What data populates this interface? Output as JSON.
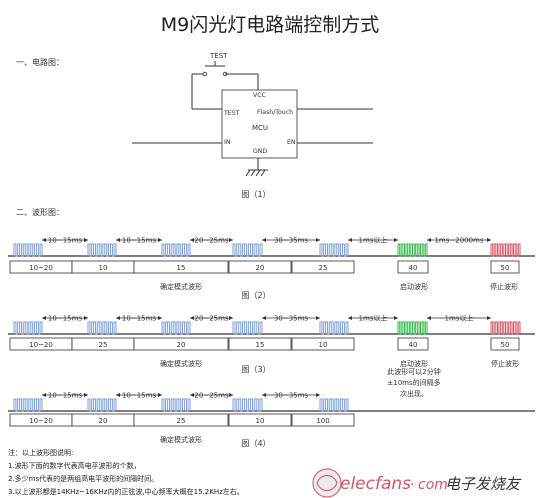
{
  "title": "M9闪光灯电路端控制方式",
  "section1": "一、电路图：",
  "section2": "二、波形图：",
  "circuit": {
    "test": "TEST",
    "vcc": "VCC",
    "flash": "Flash/Touch",
    "pin_test": "TEST",
    "mcu": "MCU",
    "in": "IN",
    "en": "EN",
    "gnd": "GND",
    "caption": "图（1）"
  },
  "diagram2": {
    "labels": [
      "10~15ms",
      "10~15ms",
      "20~25ms",
      "30~35ms",
      "1ms以上",
      "1ms~2000ms"
    ],
    "counts": [
      "10~20",
      "10",
      "15",
      "20",
      "25",
      "40",
      "50"
    ],
    "group_label": "确定模式波形",
    "start_label": "启动波形",
    "stop_label": "停止波形",
    "caption": "图（2）"
  },
  "diagram3": {
    "labels": [
      "10~15ms",
      "10~15ms",
      "20~25ms",
      "30~35ms",
      "1ms以上",
      "1ms以上"
    ],
    "counts": [
      "10~20",
      "25",
      "20",
      "15",
      "10",
      "40",
      "50"
    ],
    "group_label": "确定模式波形",
    "start_label": "启动波形",
    "start_note_1": "此波形可以2分钟",
    "start_note_2": "±10ms的间隔多",
    "start_note_3": "次出现。",
    "stop_label": "停止波形",
    "caption": "图（3）"
  },
  "diagram4": {
    "labels": [
      "10~15ms",
      "10~15ms",
      "20~25ms",
      "30~35ms"
    ],
    "counts": [
      "10~20",
      "20",
      "25",
      "10",
      "100"
    ],
    "group_label": "确定模式波形",
    "caption": "图（4）"
  },
  "notes": [
    "注：以上波形图说明:",
    "1.波形下面的数字代表高电平波形的个数，",
    "2.多少ms代表的是两组高电平波形的间隔时间。",
    "3.以上波形都是14KHz~16KHz内的正弦波,中心频率大概在15.2KHz左右。"
  ],
  "watermark": {
    "left": "elecfans",
    "dot": "·",
    "com": "com",
    "right": "电子发烧友"
  }
}
